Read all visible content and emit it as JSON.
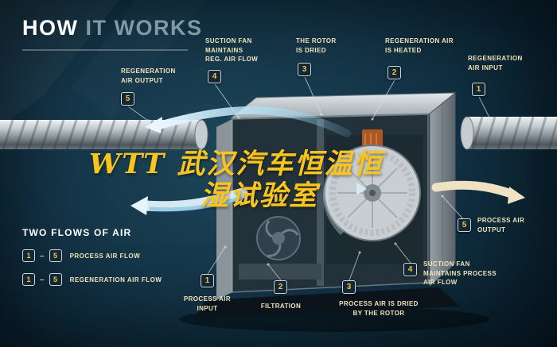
{
  "title": {
    "word1": "HOW",
    "word2": "IT WORKS"
  },
  "watermark": {
    "line1": "WTT  武汉汽车恒温恒",
    "line2": "湿试验室"
  },
  "callouts": {
    "regen_output": {
      "num": "5",
      "label": "REGENERATION\nAIR OUTPUT"
    },
    "regen_fan": {
      "num": "4",
      "label": "SUCTION FAN\nMAINTAINS\nREG. AIR FLOW"
    },
    "rotor_dried": {
      "num": "3",
      "label": "THE ROTOR\nIS DRIED"
    },
    "regen_heated": {
      "num": "2",
      "label": "REGENERATION AIR\nIS HEATED"
    },
    "regen_input": {
      "num": "1",
      "label": "REGENERATION\nAIR INPUT"
    },
    "process_output": {
      "num": "5",
      "label": "PROCESS AIR\nOUTPUT"
    },
    "process_fan": {
      "num": "4",
      "label": "SUCTION FAN\nMAINTAINS PROCESS\nAIR FLOW"
    },
    "process_dried": {
      "num": "3",
      "label": "PROCESS AIR IS DRIED\nBY THE ROTOR"
    },
    "filtration": {
      "num": "2",
      "label": "FILTRATION"
    },
    "process_input": {
      "num": "1",
      "label": "PROCESS AIR\nINPUT"
    }
  },
  "legend": {
    "heading": "TWO FLOWS OF AIR",
    "rows": [
      {
        "start": "1",
        "end": "5",
        "label": "PROCESS AIR FLOW"
      },
      {
        "start": "1",
        "end": "5",
        "label": "REGENERATION AIR FLOW"
      }
    ]
  },
  "colors": {
    "background": "#0d2836",
    "accent_yellow": "#f2c14e",
    "label_cream": "#efe3b8",
    "watermark_yellow": "#f9c41d",
    "flow_blue": "#bfe7fb",
    "flow_cream": "#efe2c2"
  }
}
